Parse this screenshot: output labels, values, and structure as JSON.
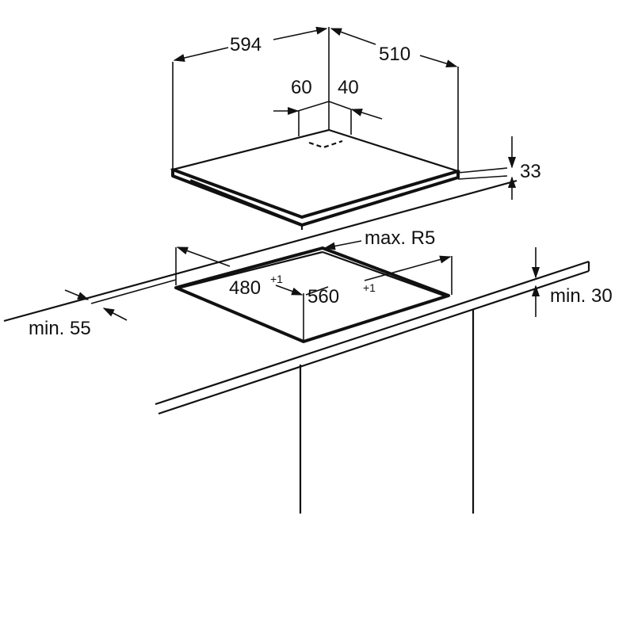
{
  "colors": {
    "line": "#111111",
    "background": "#ffffff"
  },
  "hob": {
    "width": "594",
    "depth": "510",
    "offset_left": "60",
    "offset_right": "40",
    "height": "33"
  },
  "cutout": {
    "corner_radius": "max. R5",
    "width_base": "560",
    "width_tol": "+1",
    "depth_base": "480",
    "depth_tol": "+1",
    "front_clearance": "min. 55",
    "worktop_thickness": "min. 30"
  }
}
